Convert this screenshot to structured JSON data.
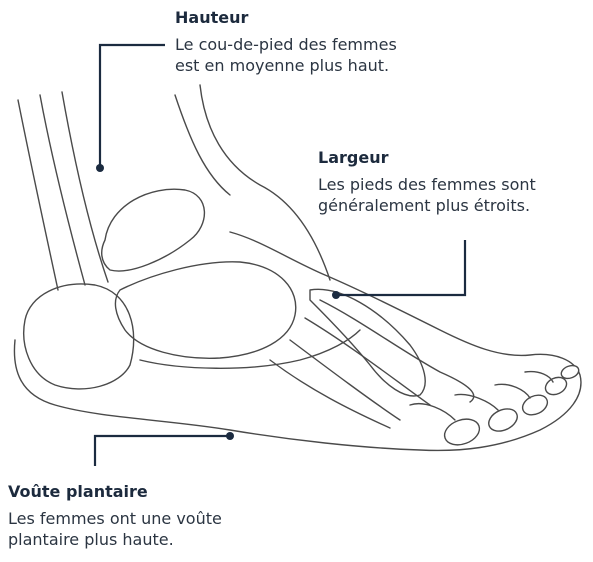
{
  "callouts": {
    "hauteur": {
      "title": "Hauteur",
      "desc_line1": "Le cou-de-pied des femmes",
      "desc_line2": "est en moyenne plus haut."
    },
    "largeur": {
      "title": "Largeur",
      "desc_line1": "Les pieds des femmes sont",
      "desc_line2": "généralement plus étroits."
    },
    "voute": {
      "title": "Voûte plantaire",
      "desc_line1": "Les femmes ont une voûte",
      "desc_line2": "plantaire plus haute."
    }
  },
  "colors": {
    "leader": "#1b2b40",
    "outline": "#4a4a4a",
    "text": "#1c2a3d"
  }
}
